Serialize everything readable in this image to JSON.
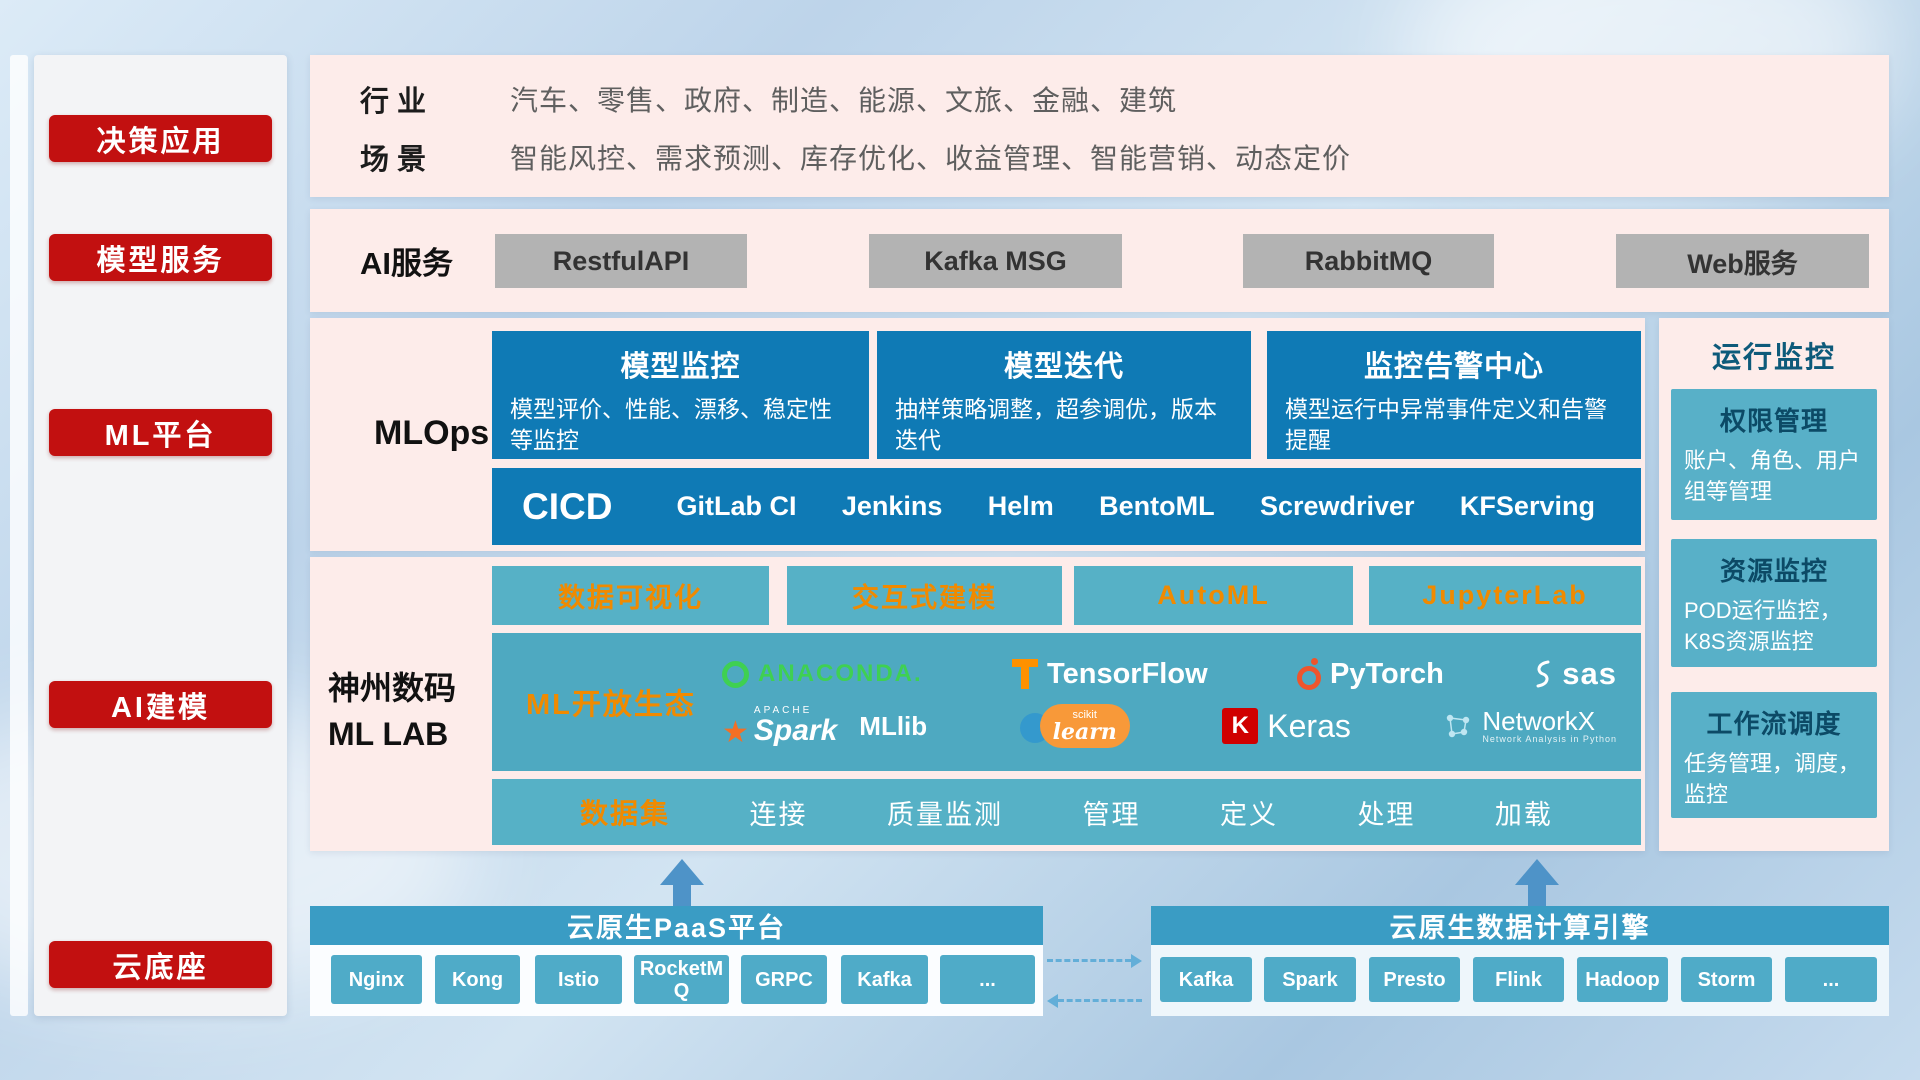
{
  "sidebar": {
    "items": [
      {
        "label": "决策应用"
      },
      {
        "label": "模型服务"
      },
      {
        "label": "ML平台"
      },
      {
        "label": "AI建模"
      },
      {
        "label": "云底座"
      }
    ]
  },
  "industry": {
    "rows": [
      {
        "label": "行业",
        "value": "汽车、零售、政府、制造、能源、文旅、金融、建筑"
      },
      {
        "label": "场景",
        "value": "智能风控、需求预测、库存优化、收益管理、智能营销、动态定价"
      }
    ]
  },
  "ai_service": {
    "label": "AI服务",
    "buttons": [
      {
        "label": "RestfulAPI"
      },
      {
        "label": "Kafka MSG"
      },
      {
        "label": "RabbitMQ"
      },
      {
        "label": "Web服务"
      }
    ]
  },
  "mlops": {
    "label": "MLOps",
    "cards": [
      {
        "title": "模型监控",
        "desc": "模型评价、性能、漂移、稳定性等监控"
      },
      {
        "title": "模型迭代",
        "desc": "抽样策略调整，超参调优，版本迭代"
      },
      {
        "title": "监控告警中心",
        "desc": "模型运行中异常事件定义和告警提醒"
      }
    ],
    "cicd_label": "CICD",
    "cicd_tools": [
      {
        "name": "GitLab CI"
      },
      {
        "name": "Jenkins"
      },
      {
        "name": "Helm"
      },
      {
        "name": "BentoML"
      },
      {
        "name": "Screwdriver"
      },
      {
        "name": "KFServing"
      }
    ]
  },
  "monitoring": {
    "title": "运行监控",
    "cards": [
      {
        "title": "权限管理",
        "desc": "账户、角色、用户组等管理"
      },
      {
        "title": "资源监控",
        "desc": "POD运行监控，K8S资源监控"
      },
      {
        "title": "工作流调度",
        "desc": "任务管理，调度，监控"
      }
    ]
  },
  "mllab": {
    "label_line1": "神州数码",
    "label_line2": "ML LAB",
    "tools": [
      {
        "label": "数据可视化"
      },
      {
        "label": "交互式建模"
      },
      {
        "label": "AutoML"
      },
      {
        "label": "JupyterLab"
      }
    ],
    "ecosystem_label": "ML开放生态",
    "logos": {
      "anaconda": "ANACONDA.",
      "tensorflow": "TensorFlow",
      "pytorch": "PyTorch",
      "sas": "sas",
      "spark_apache": "APACHE",
      "spark": "Spark",
      "mllib": "MLlib",
      "sklearn_prefix": "scikit",
      "sklearn": "learn",
      "keras_initial": "K",
      "keras": "Keras",
      "networkx": "NetworkX",
      "networkx_sub": "Network Analysis in Python"
    },
    "dataset_label": "数据集",
    "dataset_items": [
      {
        "label": "连接"
      },
      {
        "label": "质量监测"
      },
      {
        "label": "管理"
      },
      {
        "label": "定义"
      },
      {
        "label": "处理"
      },
      {
        "label": "加载"
      }
    ]
  },
  "cloud": {
    "paas_title": "云原生PaaS平台",
    "paas_items": [
      {
        "label": "Nginx"
      },
      {
        "label": "Kong"
      },
      {
        "label": "Istio"
      },
      {
        "label": "RocketMQ"
      },
      {
        "label": "GRPC"
      },
      {
        "label": "Kafka"
      },
      {
        "label": "..."
      }
    ],
    "engine_title": "云原生数据计算引擎",
    "engine_items": [
      {
        "label": "Kafka"
      },
      {
        "label": "Spark"
      },
      {
        "label": "Presto"
      },
      {
        "label": "Flink"
      },
      {
        "label": "Hadoop"
      },
      {
        "label": "Storm"
      },
      {
        "label": "..."
      }
    ]
  },
  "colors": {
    "accent_red": "#c21010",
    "panel_pink": "#fdecea",
    "blue_box": "#0f7ab5",
    "teal_box": "#56b1c6",
    "orange_text": "#f08a00",
    "bar_blue": "#3a9cc4"
  }
}
